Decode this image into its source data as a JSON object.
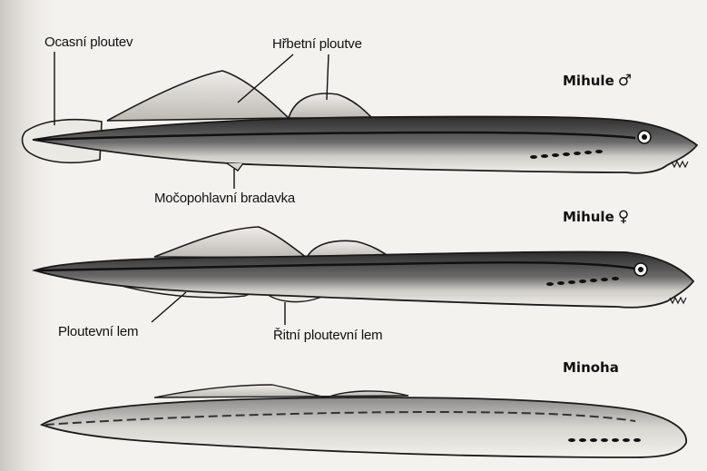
{
  "labels": {
    "tail_fin": "Ocasní ploutev",
    "dorsal_fins": "Hřbetní ploutve",
    "urogenital_papilla": "Močopohlavní bradavka",
    "fin_fold": "Ploutevní lem",
    "anal_fin_fold": "Řitní ploutevní lem"
  },
  "species": [
    {
      "name": "Mihule",
      "symbol": "♂"
    },
    {
      "name": "Mihule",
      "symbol": "♀"
    },
    {
      "name": "Minoha",
      "symbol": ""
    }
  ],
  "colors": {
    "paper": "#f4f2ee",
    "ink": "#1a1a1a",
    "body_dark": "#3a3a3a",
    "body_light": "#e8e6e0"
  }
}
